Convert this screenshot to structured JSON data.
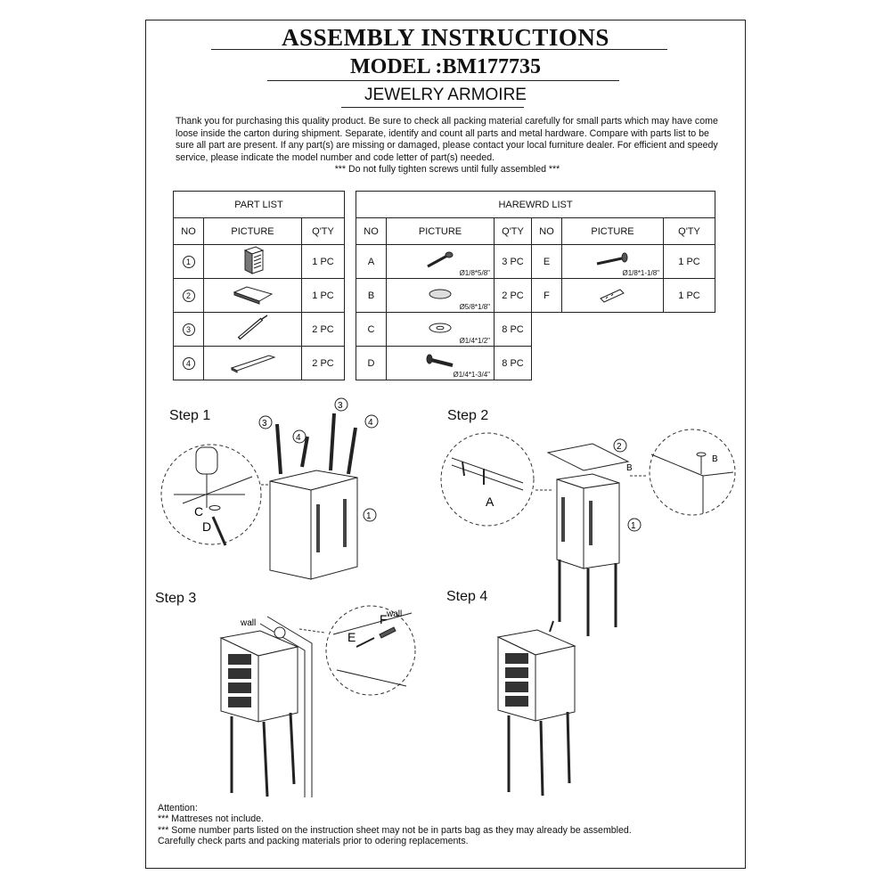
{
  "header": {
    "title": "ASSEMBLY INSTRUCTIONS",
    "model": "MODEL :BM177735",
    "product": "JEWELRY ARMOIRE"
  },
  "intro": {
    "paragraph": "Thank you for purchasing this quality product. Be sure to check all packing material carefully for small parts which may have come loose inside the carton during shipment. Separate, identify and count all parts and metal hardware. Compare with parts list to be sure all part are present. If any part(s) are missing or damaged, please contact your local furniture dealer. For efficient and speedy service, please indicate the model number and code letter of part(s) needed.",
    "note": "*** Do not fully tighten screws until fully assembled ***"
  },
  "part_list": {
    "title": "PART  LIST",
    "headers": [
      "NO",
      "PICTURE",
      "Q'TY"
    ],
    "rows": [
      {
        "no": "1",
        "qty": "1 PC",
        "icon": "cabinet-body-icon"
      },
      {
        "no": "2",
        "qty": "1 PC",
        "icon": "top-lid-icon"
      },
      {
        "no": "3",
        "qty": "2 PC",
        "icon": "leg-icon"
      },
      {
        "no": "4",
        "qty": "2 PC",
        "icon": "leg-icon"
      }
    ]
  },
  "hardware_list": {
    "title": "HAREWRD  LIST",
    "headers": [
      "NO",
      "PICTURE",
      "Q'TY",
      "NO",
      "PICTURE",
      "Q'TY"
    ],
    "left": [
      {
        "no": "A",
        "qty": "3 PC",
        "dim": "Ø1/8*5/8\"",
        "icon": "screw-icon"
      },
      {
        "no": "B",
        "qty": "2 PC",
        "dim": "Ø5/8*1/8\"",
        "icon": "felt-pad-icon"
      },
      {
        "no": "C",
        "qty": "8 PC",
        "dim": "Ø1/4*1/2\"",
        "icon": "washer-icon"
      },
      {
        "no": "D",
        "qty": "8 PC",
        "dim": "Ø1/4*1-3/4\"",
        "icon": "bolt-icon"
      }
    ],
    "right": [
      {
        "no": "E",
        "qty": "1 PC",
        "dim": "Ø1/8*1-1/8\"",
        "icon": "screw-icon"
      },
      {
        "no": "F",
        "qty": "1 PC",
        "dim": "",
        "icon": "wall-anchor-icon"
      }
    ]
  },
  "steps": {
    "step1": "Step  1",
    "step2": "Step  2",
    "step3": "Step  3",
    "step4": "Step  4"
  },
  "callouts": {
    "one": "1",
    "two": "2",
    "three": "3",
    "four": "4",
    "A": "A",
    "B": "B",
    "C": "C",
    "D": "D",
    "E": "E",
    "F": "F",
    "wall": "wall"
  },
  "attention": {
    "heading": "Attention:",
    "line1": "*** Mattreses not include.",
    "line2": "*** Some number parts listed on the instruction sheet may not be in parts bag as they may already be assembled.",
    "line3": "Carefully check parts and packing materials prior to odering replacements."
  }
}
